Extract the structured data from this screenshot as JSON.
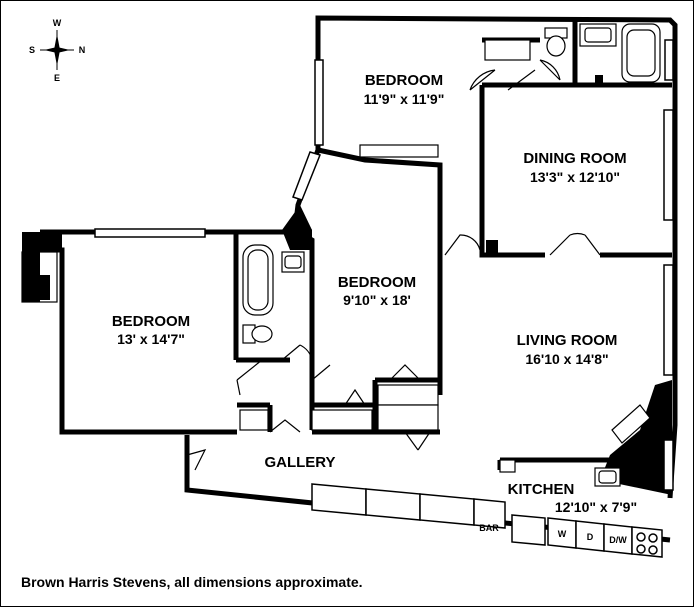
{
  "compass": {
    "n": "N",
    "s": "S",
    "e": "E",
    "w": "W"
  },
  "rooms": {
    "bedroom_top": {
      "name": "BEDROOM",
      "dim": "11'9\" x 11'9\""
    },
    "dining": {
      "name": "DINING ROOM",
      "dim": "13'3\" x 12'10\""
    },
    "bedroom_mid": {
      "name": "BEDROOM",
      "dim": "9'10\" x 18'"
    },
    "bedroom_left": {
      "name": "BEDROOM",
      "dim": "13' x 14'7\""
    },
    "living": {
      "name": "LIVING ROOM",
      "dim": "16'10 x 14'8\""
    },
    "gallery": {
      "name": "GALLERY"
    },
    "kitchen": {
      "name": "KITCHEN",
      "dim": "12'10\" x 7'9\""
    }
  },
  "appliances": {
    "bar": "BAR",
    "washer": "W",
    "dryer": "D",
    "dishwasher": "D/W"
  },
  "footer": "Brown Harris Stevens, all dimensions approximate."
}
